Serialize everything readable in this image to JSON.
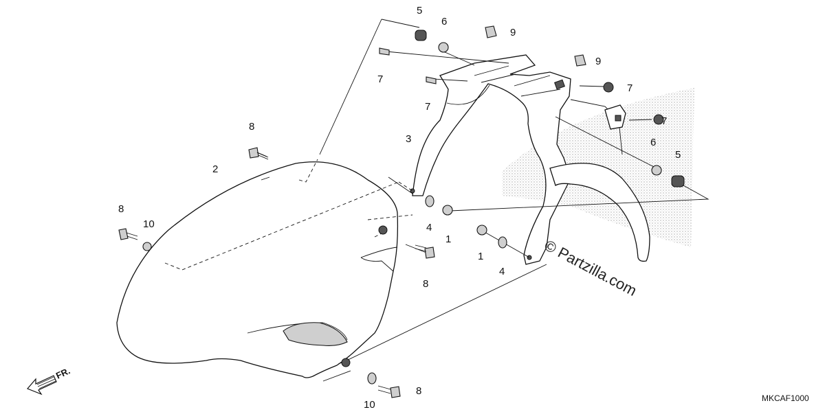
{
  "diagram": {
    "code": "MKCAF1000",
    "direction_label": "FR.",
    "watermark": "© Partzilla.com",
    "callouts": {
      "c1a": "1",
      "c1b": "1",
      "c2": "2",
      "c3": "3",
      "c4a": "4",
      "c4b": "4",
      "c5a": "5",
      "c5b": "5",
      "c6a": "6",
      "c6b": "6",
      "c7a": "7",
      "c7b": "7",
      "c7c": "7",
      "c7d": "7",
      "c8a": "8",
      "c8b": "8",
      "c8c": "8",
      "c8d": "8",
      "c9a": "9",
      "c9b": "9",
      "c10a": "10",
      "c10b": "10"
    }
  }
}
